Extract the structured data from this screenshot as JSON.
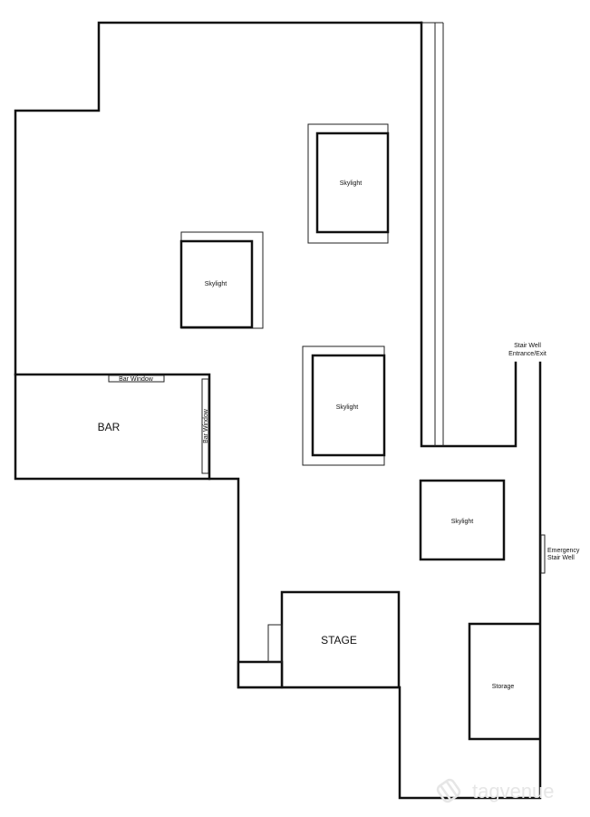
{
  "plan": {
    "labels": {
      "skylight_1": "Skylight",
      "skylight_2": "Skylight",
      "skylight_3": "Skylight",
      "skylight_4": "Skylight",
      "bar": "BAR",
      "bar_window_top": "Bar Window",
      "bar_window_side": "Bar Window",
      "stage": "STAGE",
      "storage": "Storage",
      "stairwell_line1": "Stair Well",
      "stairwell_line2": "Entrance/Exit",
      "emergency_line1": "Emergency",
      "emergency_line2": "Stair Well"
    },
    "watermark": "tagvenue"
  }
}
